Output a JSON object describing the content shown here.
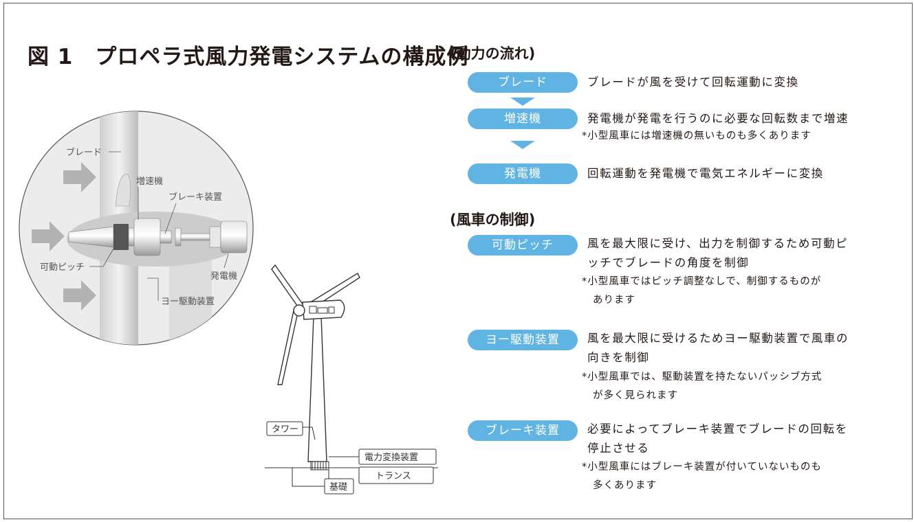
{
  "title": "図 1　プロペラ式風力発電システムの構成例",
  "illustration": {
    "labels": {
      "blade": "ブレード",
      "gearbox": "増速機",
      "brake": "ブレーキ装置",
      "pitch": "可動ピッチ",
      "generator": "発電機",
      "yaw": "ヨー駆動装置",
      "tower": "タワー",
      "power_converter": "電力変換装置",
      "foundation": "基礎",
      "transformer": "トランス"
    }
  },
  "power_flow": {
    "heading": "(動力の流れ)",
    "steps": [
      {
        "label": "ブレード",
        "desc": "ブレードが風を受けて回転運動に変換"
      },
      {
        "label": "増速機",
        "desc": "発電機が発電を行うのに必要な回転数まで増速",
        "note": "*小型風車には増速機の無いものも多くあります"
      },
      {
        "label": "発電機",
        "desc": "回転運動を発電機で電気エネルギーに変換"
      }
    ]
  },
  "control": {
    "heading": "(風車の制御)",
    "items": [
      {
        "label": "可動ピッチ",
        "desc1": "風を最大限に受け、出力を制御するため可動ピ",
        "desc2": "ッチでブレードの角度を制御",
        "note1": "*小型風車ではピッチ調整なしで、制御するものが",
        "note2": "あります"
      },
      {
        "label": "ヨー駆動装置",
        "desc1": "風を最大限に受けるためヨー駆動装置で風車の",
        "desc2": "向きを制御",
        "note1": "*小型風車では、駆動装置を持たないパッシブ方式",
        "note2": "が多く見られます"
      },
      {
        "label": "ブレーキ装置",
        "desc1": "必要によってブレーキ装置でブレードの回転を",
        "desc2": "停止させる",
        "note1": "*小型風車にはブレーキ装置が付いていないものも",
        "note2": "多くあります"
      }
    ]
  },
  "colors": {
    "accent": "#5fb4e4",
    "text": "#231815",
    "illustration_gray": "#d9d9d9"
  }
}
